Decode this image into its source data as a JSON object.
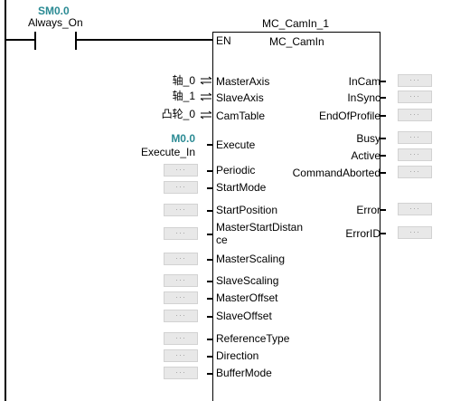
{
  "contact": {
    "address": "SM0.0",
    "name": "Always_On"
  },
  "block": {
    "instance": "MC_CamIn_1",
    "type": "MC_CamIn",
    "en_label": "EN"
  },
  "assigned_inputs": [
    {
      "value": "轴_0",
      "pin": "MasterAxis"
    },
    {
      "value": "轴_1",
      "pin": "SlaveAxis"
    },
    {
      "value": "凸轮_0",
      "pin": "CamTable"
    }
  ],
  "execute": {
    "address": "M0.0",
    "name": "Execute_In",
    "pin": "Execute"
  },
  "empty_inputs": [
    "Periodic",
    "StartMode",
    "StartPosition",
    "MasterStartDistan\nce",
    "MasterScaling",
    "SlaveScaling",
    "MasterOffset",
    "SlaveOffset",
    "ReferenceType",
    "Direction",
    "BufferMode"
  ],
  "outputs": [
    "InCam",
    "InSync",
    "EndOfProfile",
    "Busy",
    "Active",
    "CommandAborted",
    "Error",
    "ErrorID"
  ],
  "placeholder_text": "···",
  "colors": {
    "address": "#2a8a93",
    "placeholder_bg": "#e8e8e8",
    "placeholder_text": "#a0a0a0"
  }
}
